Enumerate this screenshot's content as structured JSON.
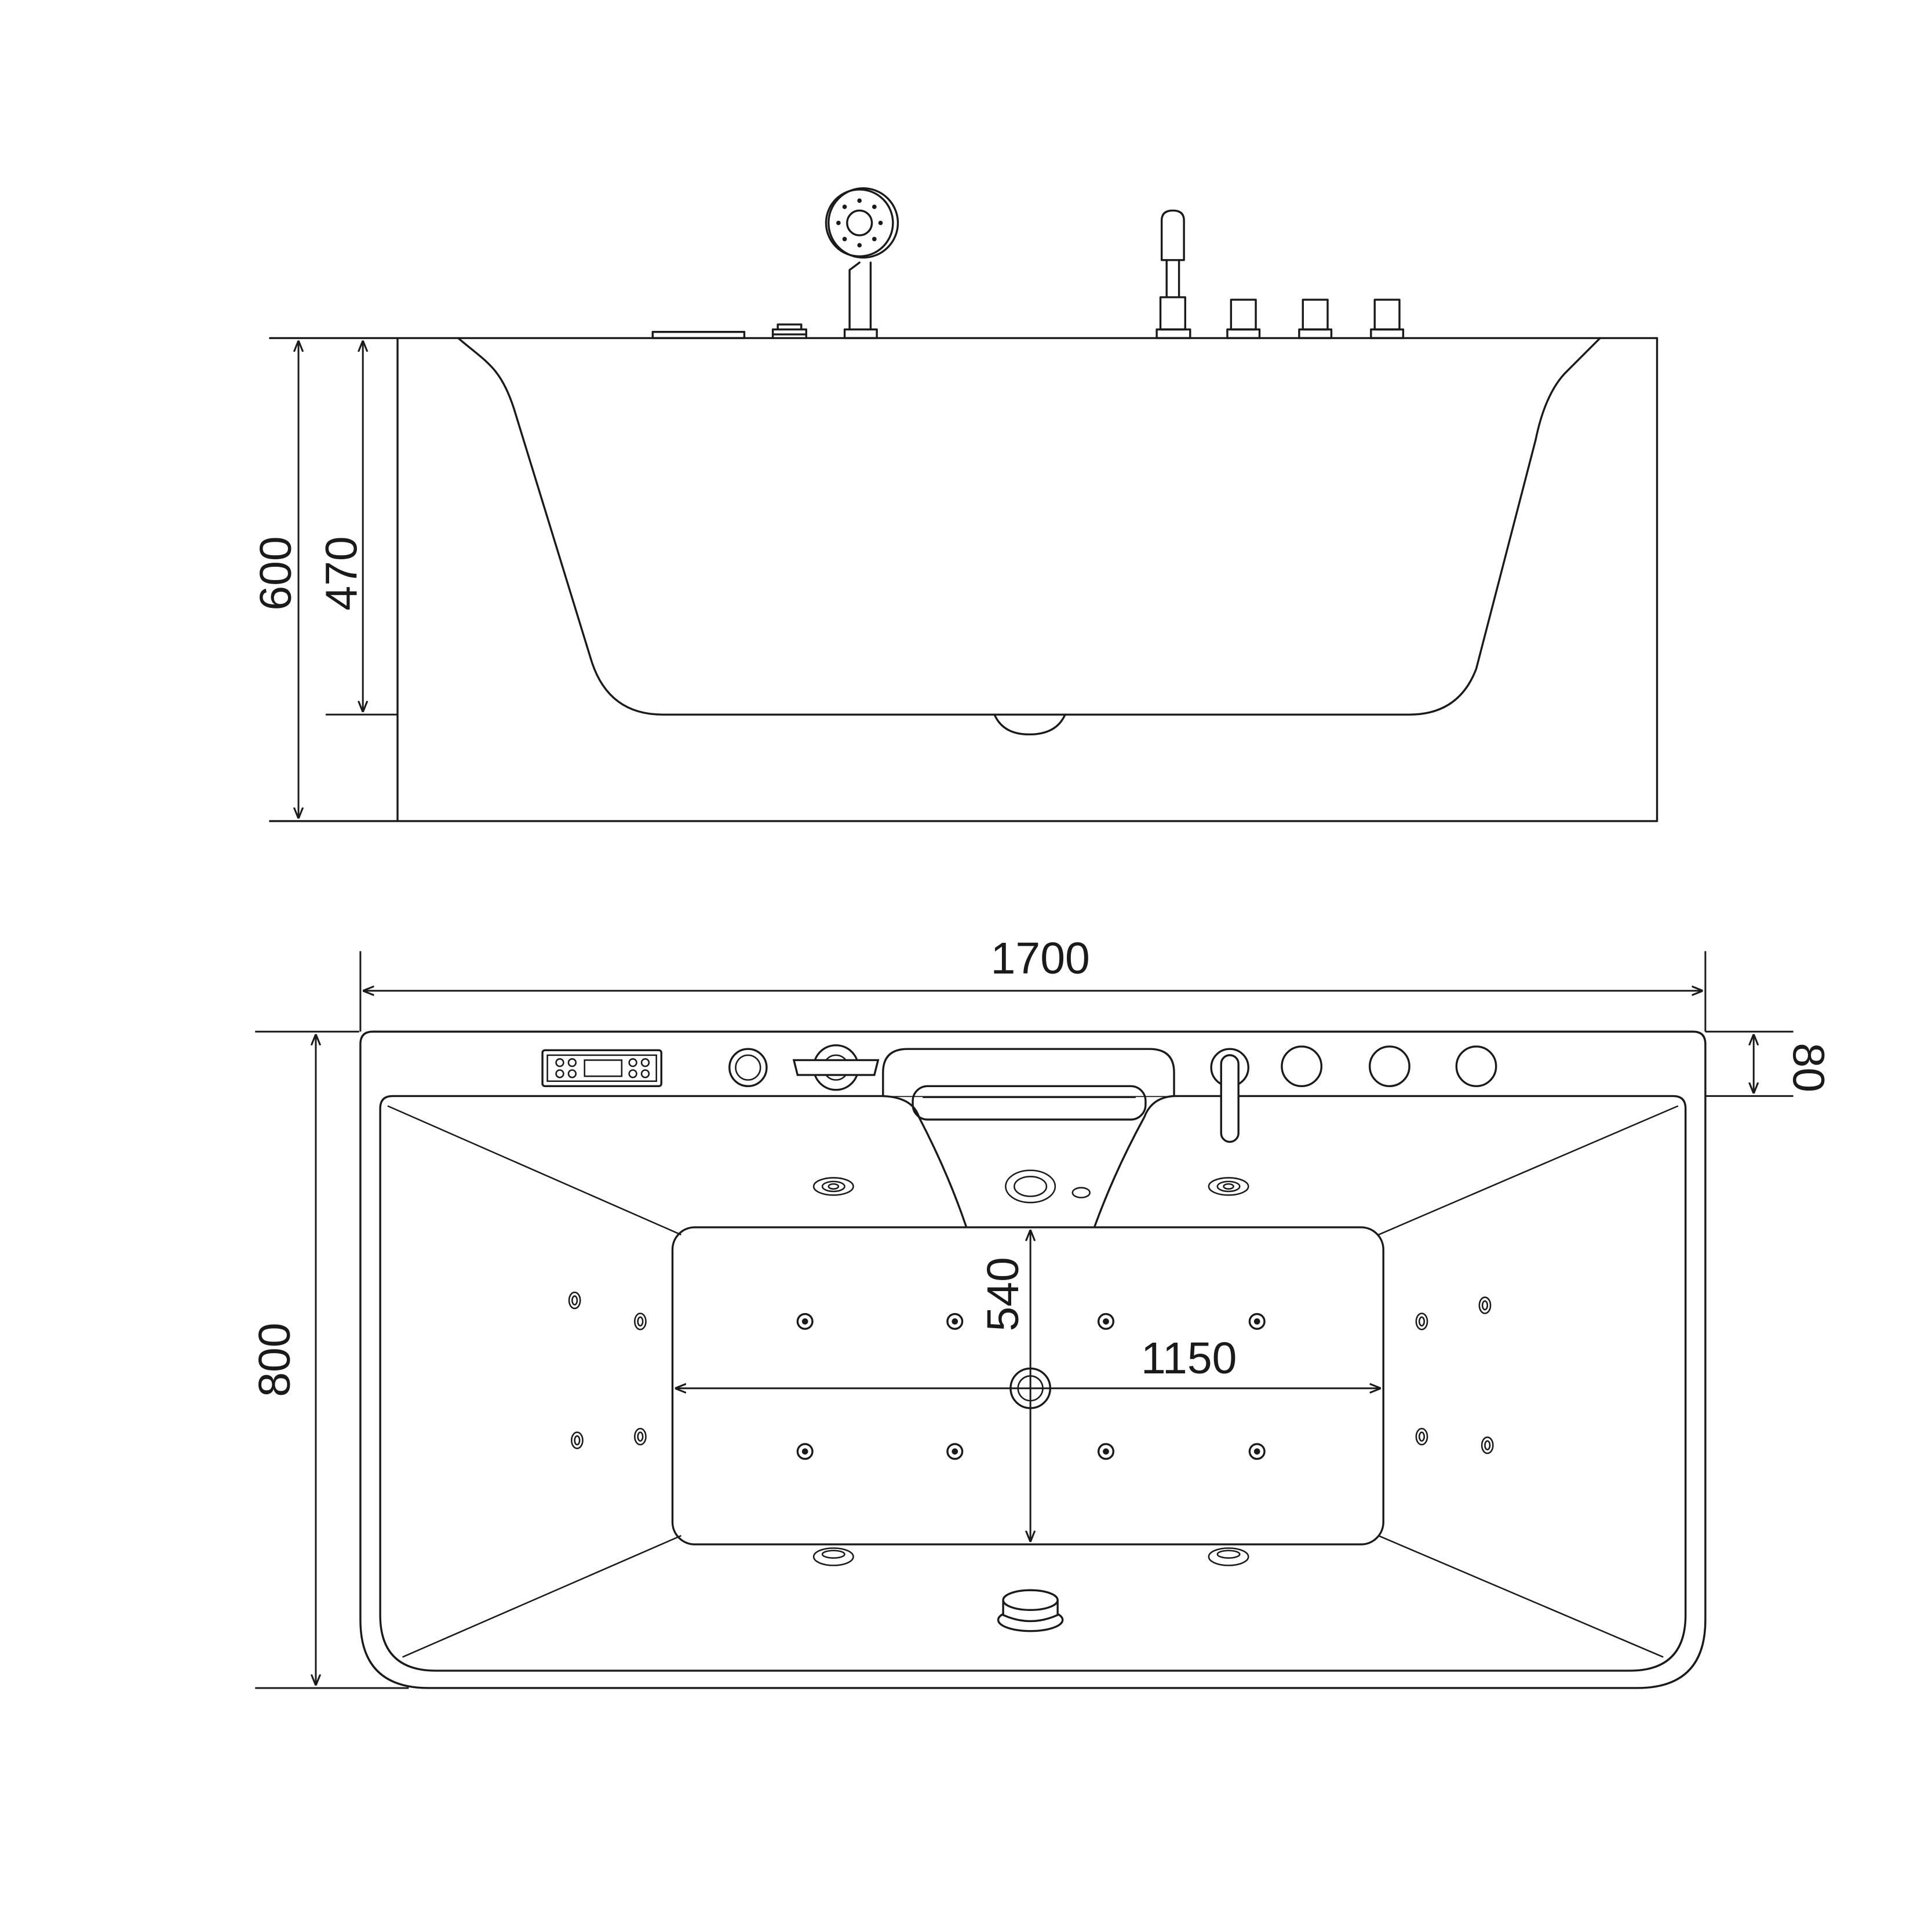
{
  "drawing": {
    "side_view": {
      "total_height": "600",
      "inner_depth": "470"
    },
    "top_view": {
      "length": "1700",
      "width": "800",
      "deck_width": "80",
      "floor_width": "540",
      "floor_length": "1150"
    },
    "colors": {
      "line": "#1a1a1a",
      "background": "#ffffff"
    }
  }
}
